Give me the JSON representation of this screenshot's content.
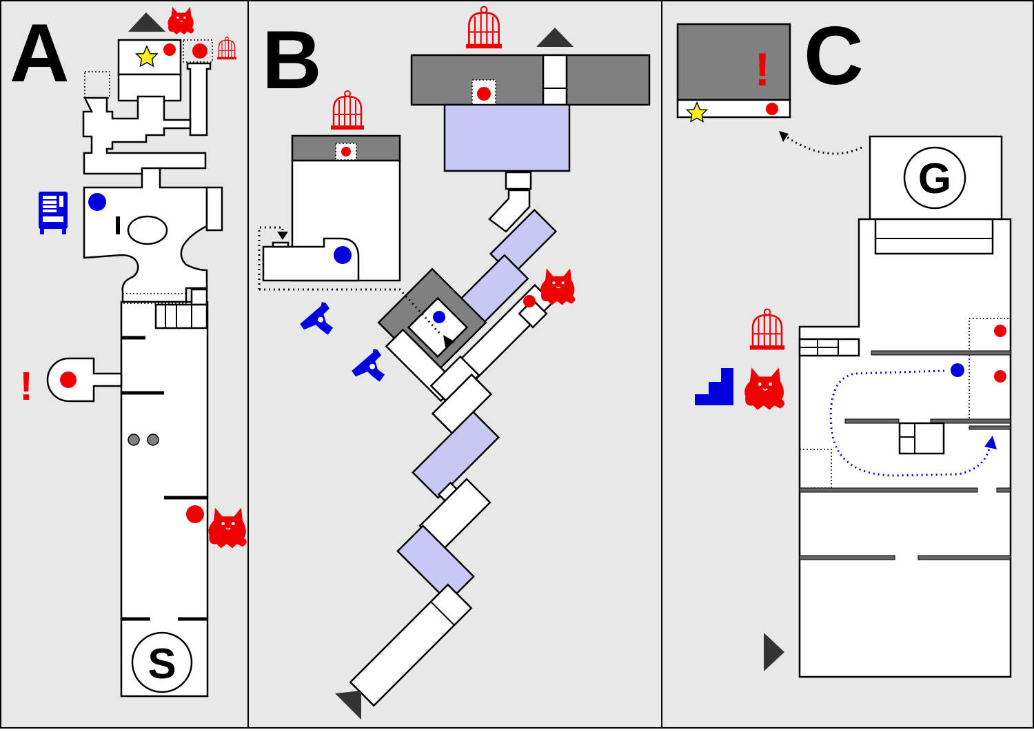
{
  "panels": [
    {
      "letter": "A"
    },
    {
      "letter": "B"
    },
    {
      "letter": "C"
    }
  ],
  "markers": {
    "start_label": "S",
    "goal_label": "G",
    "alert_label": "!"
  },
  "colors": {
    "background": "#e8e8e8",
    "room_fill": "#ffffff",
    "room_dark": "#808080",
    "room_blue": "#c8c8f5",
    "red": "#ee0000",
    "blue": "#0000dd",
    "star": "#ffee22"
  },
  "icon_legend": [
    "cat-icon",
    "birdcage-icon",
    "revolver-icon",
    "vending-machine-icon",
    "stairs-icon",
    "star-icon",
    "exclamation-icon",
    "arrow-marker-icon"
  ]
}
